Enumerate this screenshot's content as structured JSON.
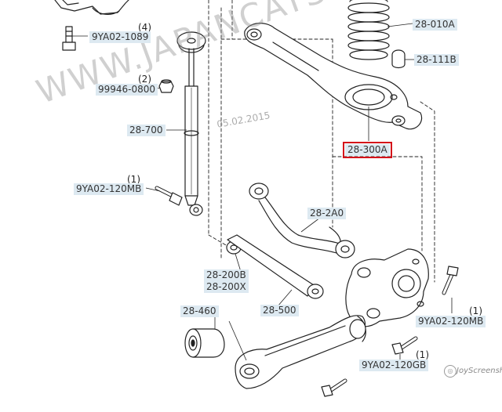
{
  "labels": {
    "p_9YA02_1089": "9YA02-1089",
    "p_99946_0800": "99946-0800",
    "p_28_700": "28-700",
    "p_9YA02_120MB_left": "9YA02-120MB",
    "p_28_010A": "28-010A",
    "p_28_111B": "28-111B",
    "p_28_300A": "28-300A",
    "p_28_2A0": "28-2A0",
    "p_28_200B": "28-200B",
    "p_28_200X": "28-200X",
    "p_28_500": "28-500",
    "p_28_460": "28-460",
    "p_9YA02_120MB_right": "9YA02-120MB",
    "p_9YA02_120GB": "9YA02-120GB"
  },
  "quantities": {
    "q_9YA02_1089": "(4)",
    "q_99946_0800": "(2)",
    "q_9YA02_120MB_left": "(1)",
    "q_9YA02_120MB_right": "(1)",
    "q_9YA02_120GB": "(1)"
  },
  "watermarks": {
    "main": "WWW.JAPANCATS.RU",
    "date": "05.02.2015",
    "corner": "JoyScreenshot"
  },
  "colors": {
    "highlight": "#d4121a",
    "label_fill": "#dde9f1",
    "line": "#222222"
  }
}
